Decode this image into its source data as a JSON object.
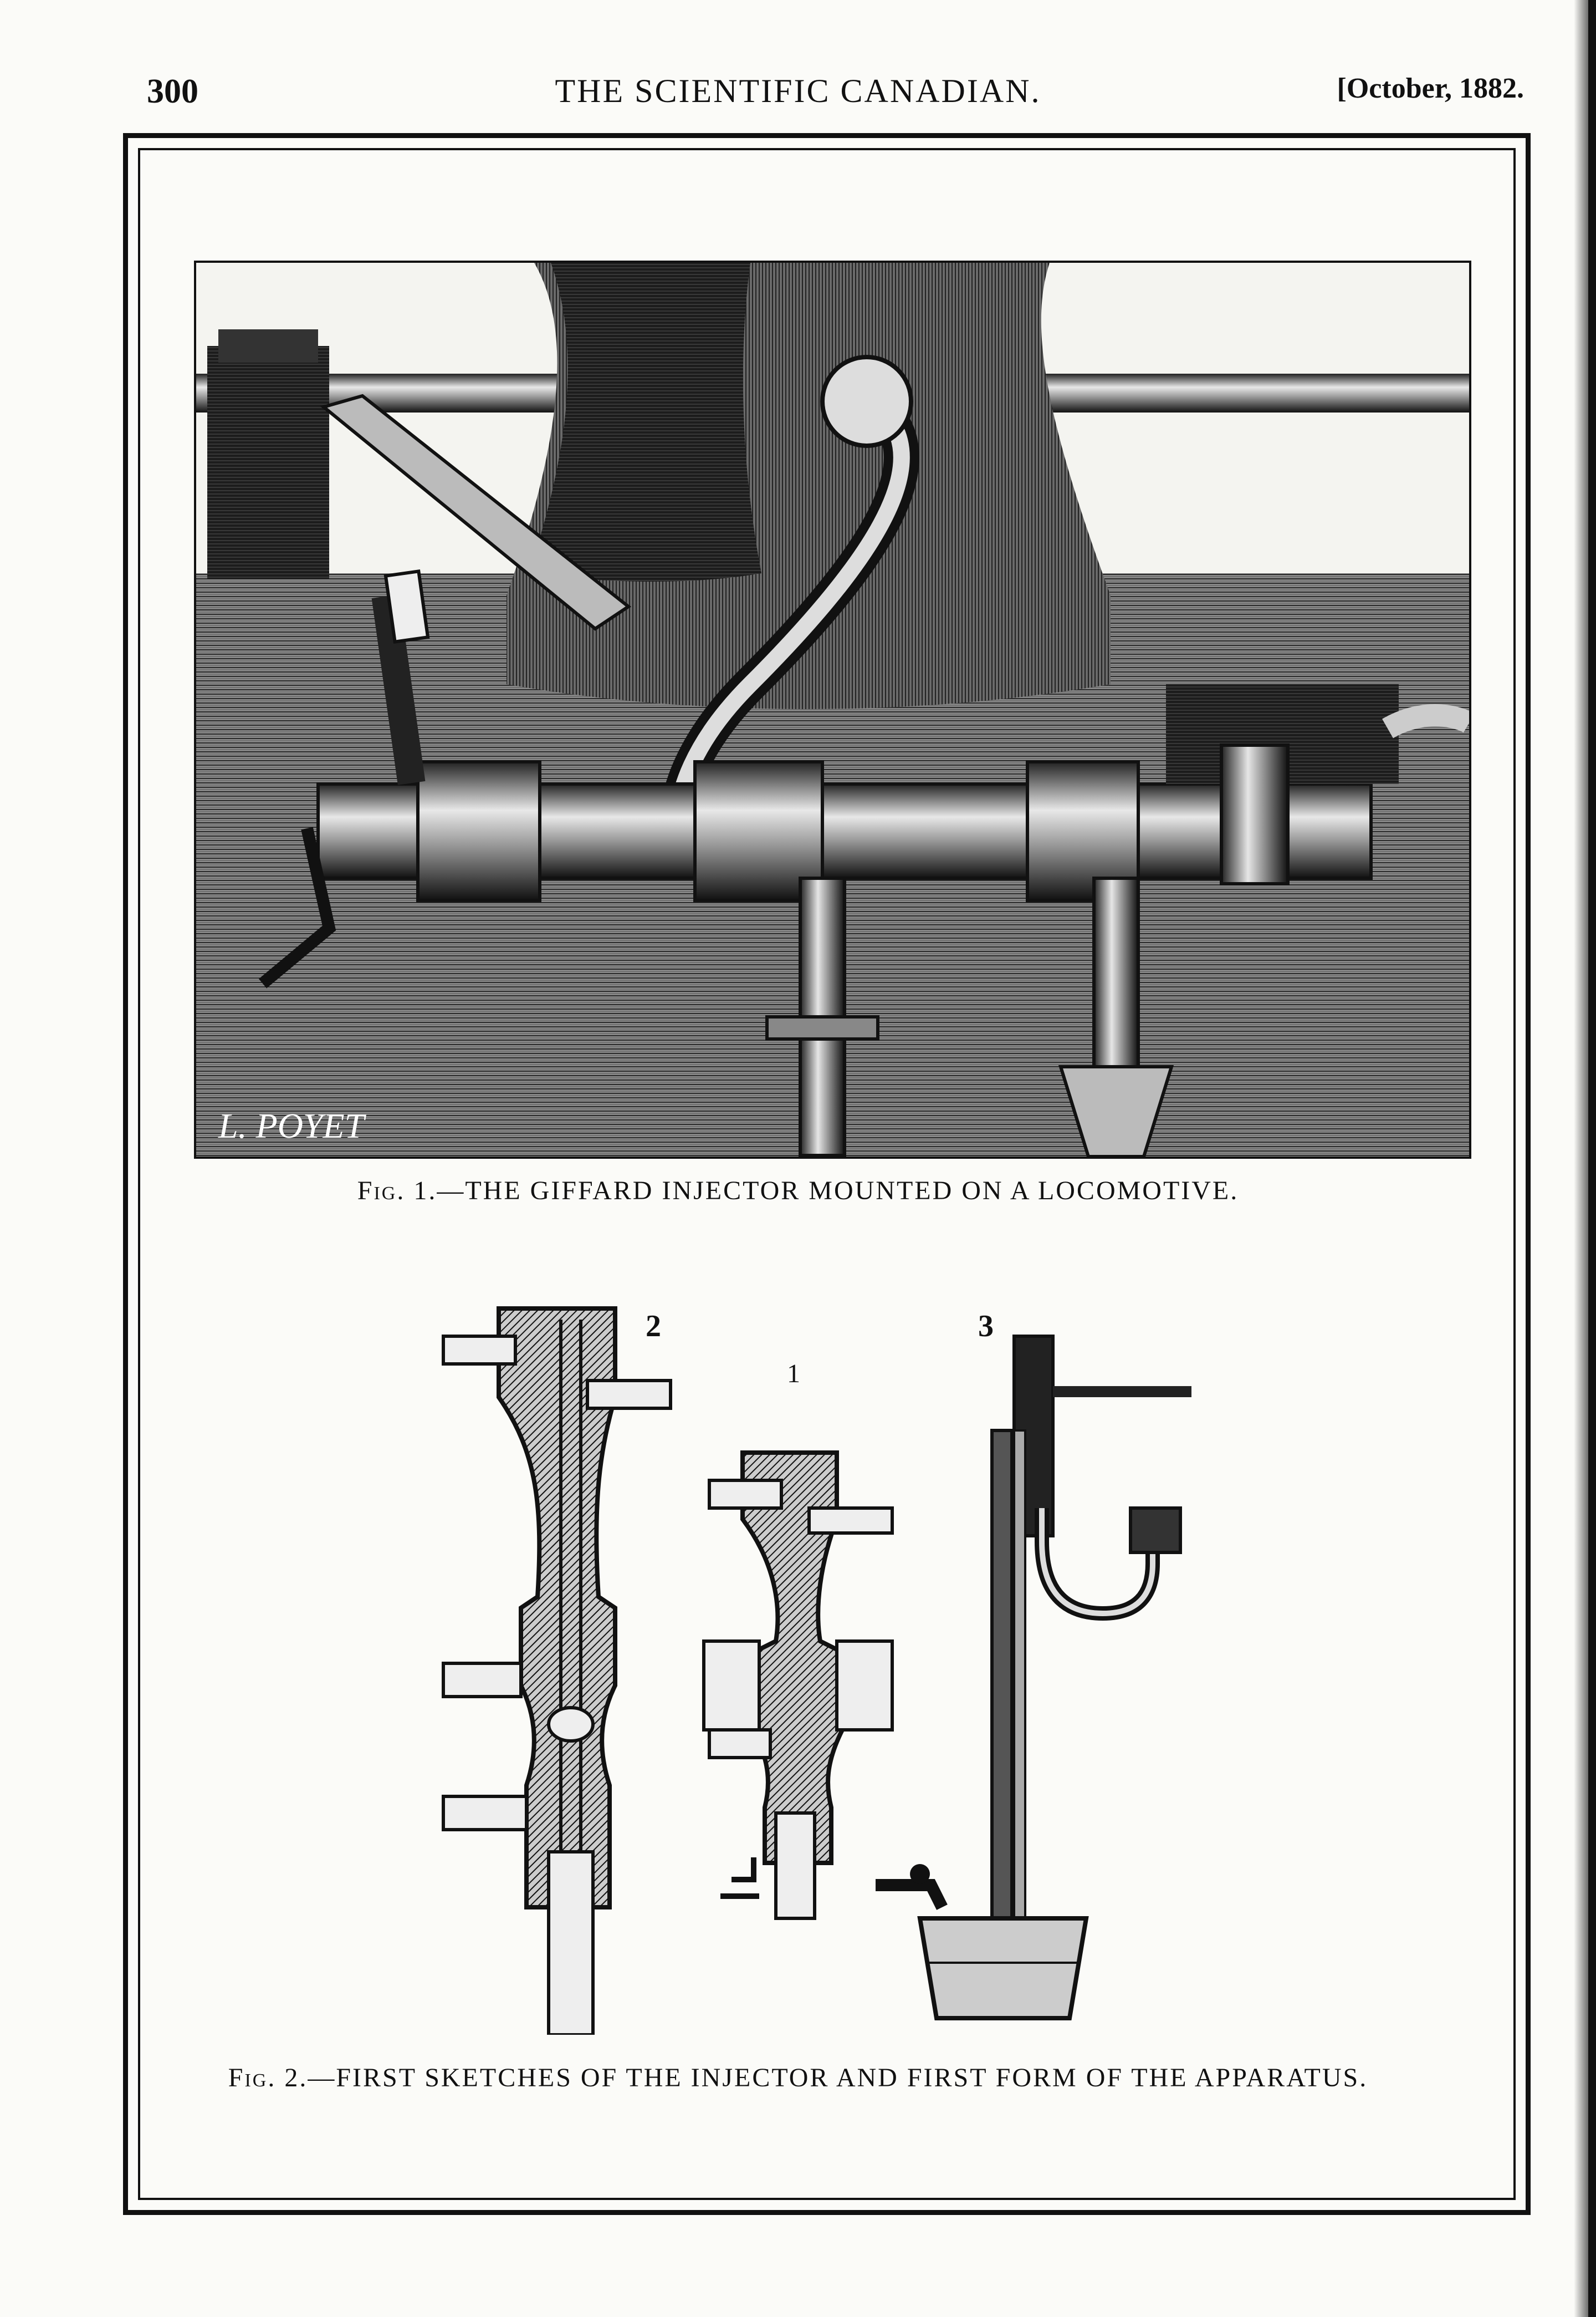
{
  "header": {
    "page_number": "300",
    "title": "THE SCIENTIFIC CANADIAN.",
    "date": "[October, 1882."
  },
  "figure1": {
    "signature": "L. POYET",
    "caption_lead": "Fig. 1.",
    "caption_text": "—THE GIFFARD INJECTOR MOUNTED ON A LOCOMOTIVE."
  },
  "figure2": {
    "sketch_numbers": [
      "2",
      "1",
      "3"
    ],
    "caption_lead": "Fig. 2.",
    "caption_text": "—FIRST SKETCHES OF THE INJECTOR AND FIRST FORM OF THE APPARATUS."
  },
  "colors": {
    "ink": "#111111",
    "paper": "#fbfbf8"
  }
}
